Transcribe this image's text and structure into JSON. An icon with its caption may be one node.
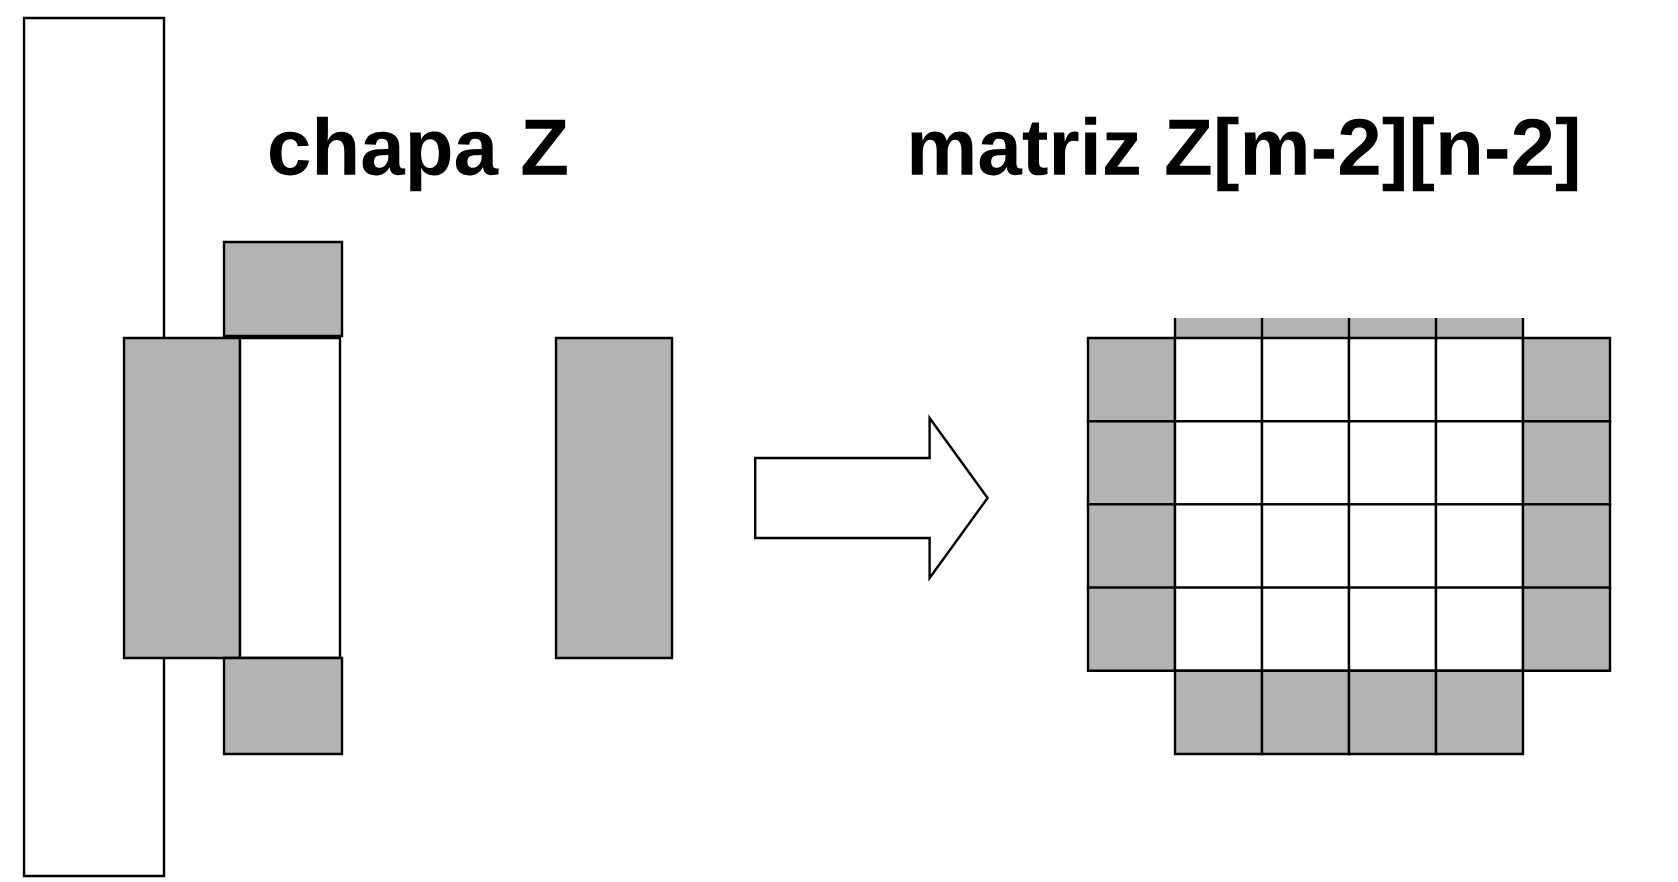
{
  "diagram": {
    "nodes": [
      {
        "text": [],
        "shape": "box"
      },
      {
        "text": [],
        "shape": "picture"
      }
    ],
    "edges": [
      {
        "from": 0,
        "to": 1,
        "arrow": "to"
      }
    ],
    "labels": [
      "chapa Z",
      "matriz Z[m-2][n-2]"
    ]
  }
}
